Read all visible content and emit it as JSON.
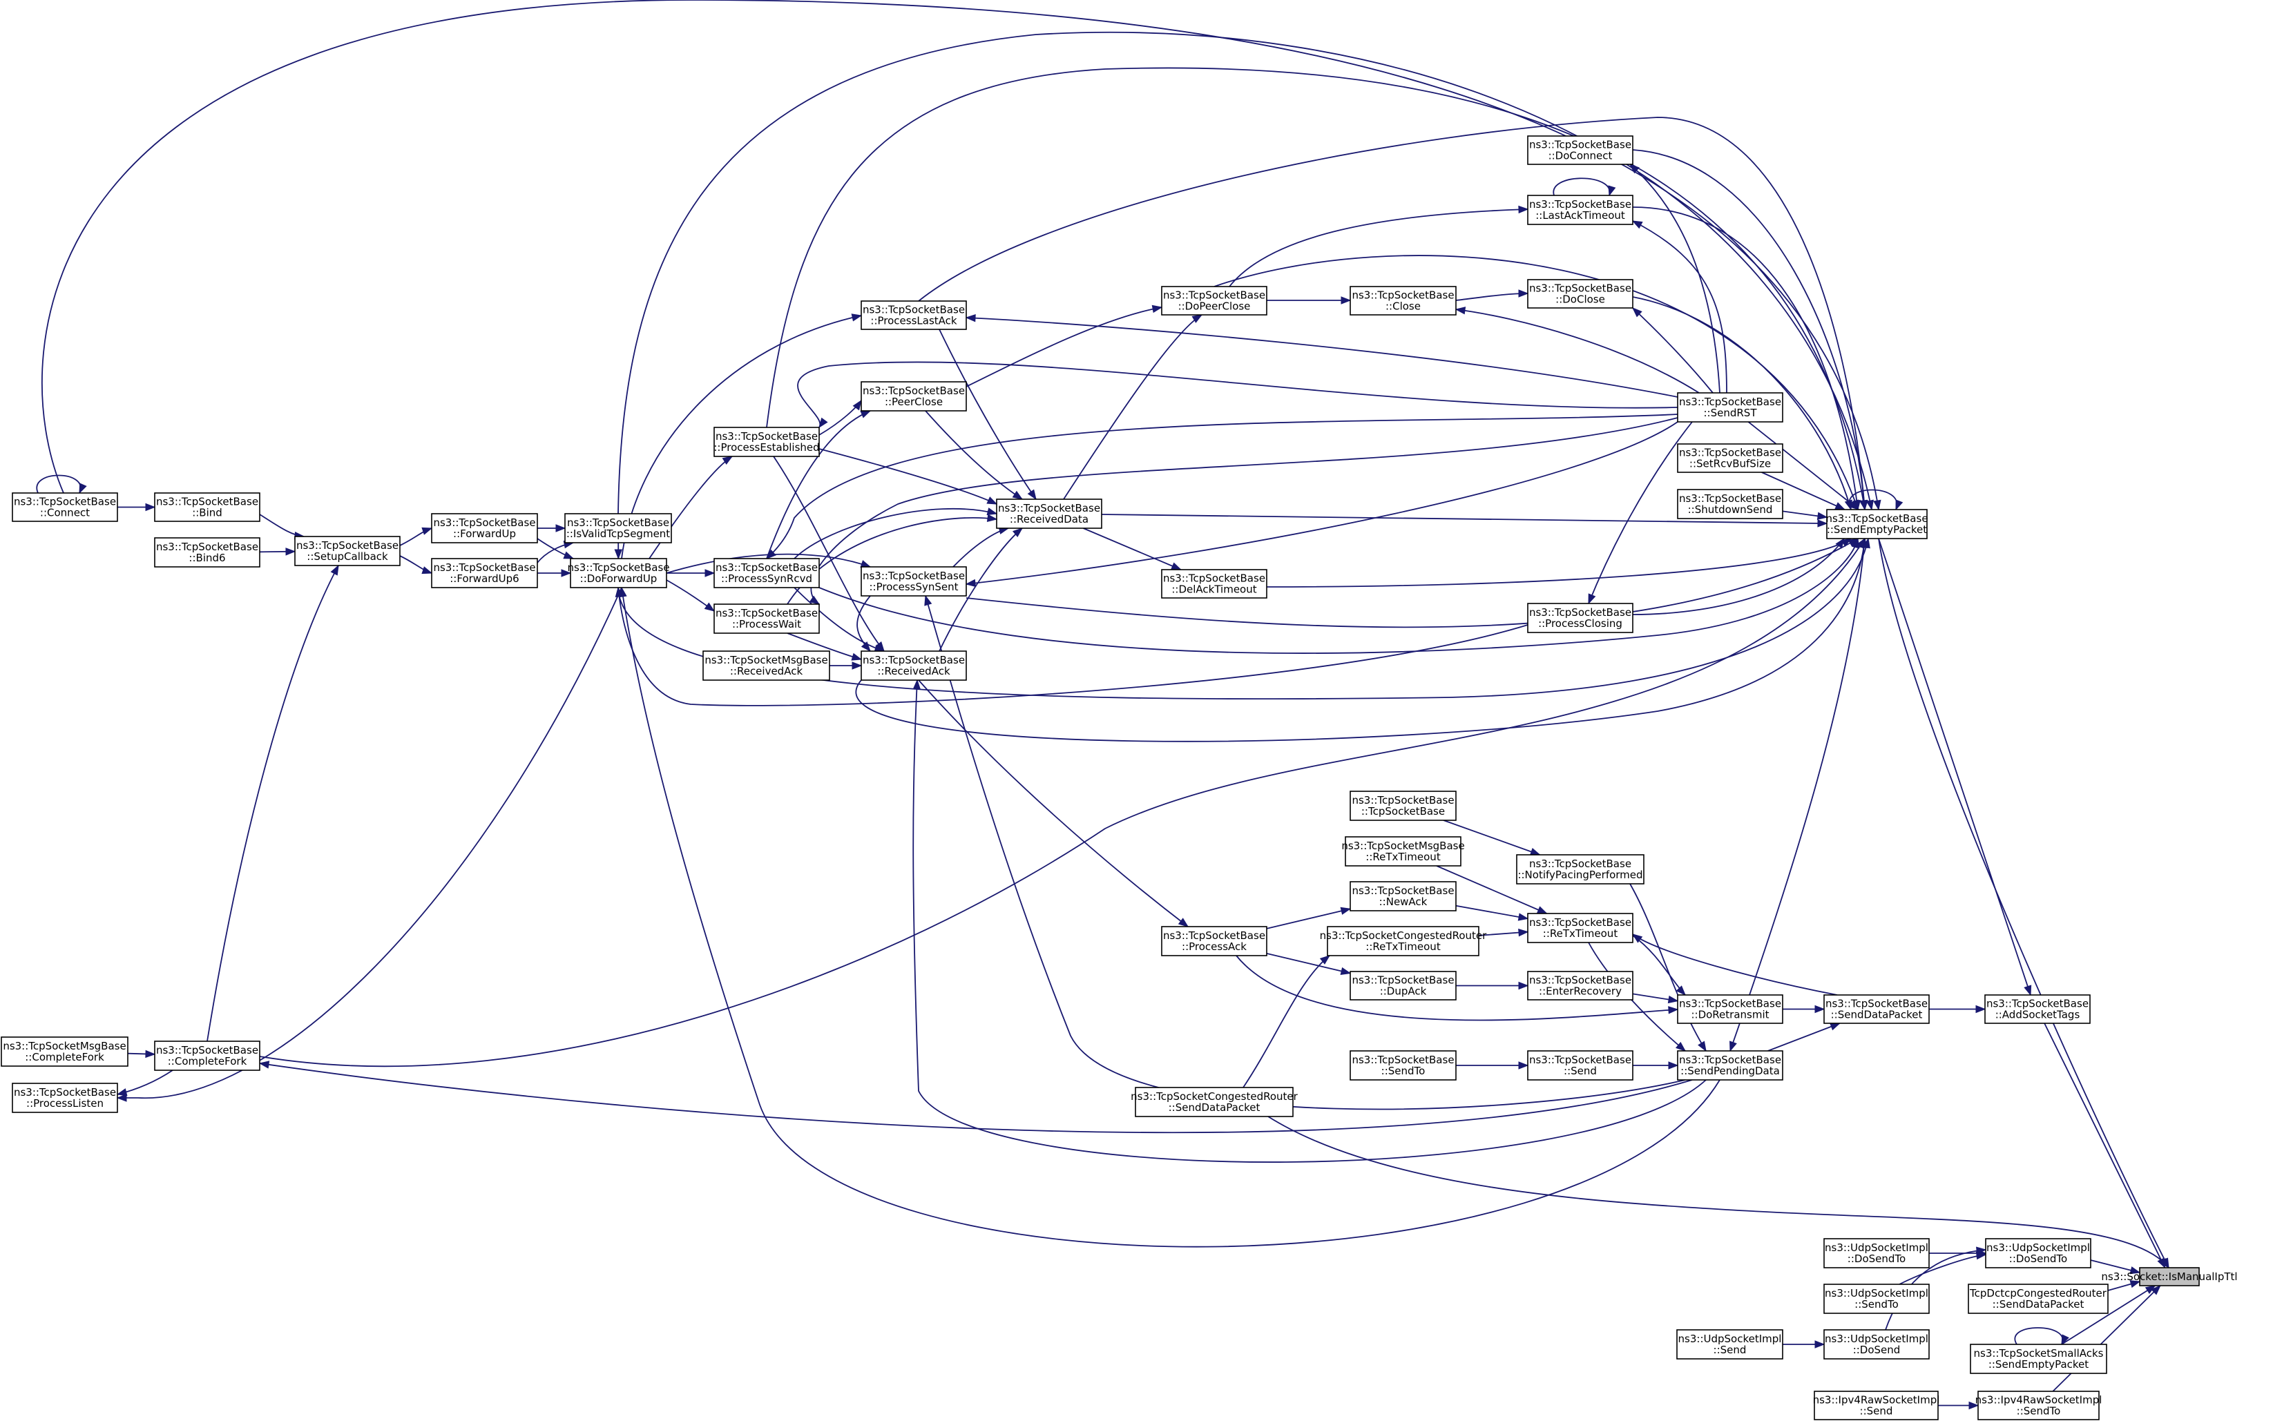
{
  "graph": {
    "nodes": [
      {
        "id": "isManualIpTtl",
        "lines": [
          "ns3::Socket::IsManualIpTtl"
        ],
        "highlight": true
      },
      {
        "id": "udpDoSendToImpl",
        "lines": [
          "ns3::UdpSocketImpl",
          "::DoSendTo"
        ]
      },
      {
        "id": "tcpDctcpSendData",
        "lines": [
          "TcpDctcpCongestedRouter",
          "::SendDataPacket"
        ]
      },
      {
        "id": "smallAcksSendEmpty",
        "lines": [
          "ns3::TcpSocketSmallAcks",
          "::SendEmptyPacket"
        ]
      },
      {
        "id": "ipv4RawSendTo",
        "lines": [
          "ns3::Ipv4RawSocketImpl",
          "::SendTo"
        ]
      },
      {
        "id": "addSocketTags",
        "lines": [
          "ns3::TcpSocketBase",
          "::AddSocketTags"
        ]
      },
      {
        "id": "udpDoSendToLeft",
        "lines": [
          "ns3::UdpSocketImpl",
          "::DoSendTo"
        ]
      },
      {
        "id": "udpSendToLeft",
        "lines": [
          "ns3::UdpSocketImpl",
          "::SendTo"
        ]
      },
      {
        "id": "udpDoSend",
        "lines": [
          "ns3::UdpSocketImpl",
          "::DoSend"
        ]
      },
      {
        "id": "udpSend",
        "lines": [
          "ns3::UdpSocketImpl",
          "::Send"
        ]
      },
      {
        "id": "ipv4RawSend",
        "lines": [
          "ns3::Ipv4RawSocketImpl",
          "::Send"
        ]
      },
      {
        "id": "sendEmptyPacket",
        "lines": [
          "ns3::TcpSocketBase",
          "::SendEmptyPacket"
        ]
      },
      {
        "id": "sendDataPacket",
        "lines": [
          "ns3::TcpSocketBase",
          "::SendDataPacket"
        ]
      },
      {
        "id": "doConnect",
        "lines": [
          "ns3::TcpSocketBase",
          "::DoConnect"
        ]
      },
      {
        "id": "lastAckTimeout",
        "lines": [
          "ns3::TcpSocketBase",
          "::LastAckTimeout"
        ]
      },
      {
        "id": "doClose",
        "lines": [
          "ns3::TcpSocketBase",
          "::DoClose"
        ]
      },
      {
        "id": "sendRST",
        "lines": [
          "ns3::TcpSocketBase",
          "::SendRST"
        ]
      },
      {
        "id": "setRcvBufSize",
        "lines": [
          "ns3::TcpSocketBase",
          "::SetRcvBufSize"
        ]
      },
      {
        "id": "shutdownSend",
        "lines": [
          "ns3::TcpSocketBase",
          "::ShutdownSend"
        ]
      },
      {
        "id": "processClosing",
        "lines": [
          "ns3::TcpSocketBase",
          "::ProcessClosing"
        ]
      },
      {
        "id": "tcpSocketBaseCtor",
        "lines": [
          "ns3::TcpSocketBase",
          "::TcpSocketBase"
        ]
      },
      {
        "id": "notifyPacing",
        "lines": [
          "ns3::TcpSocketBase",
          "::NotifyPacingPerformed"
        ]
      },
      {
        "id": "msgReTxTimeout",
        "lines": [
          "ns3::TcpSocketMsgBase",
          "::ReTxTimeout"
        ]
      },
      {
        "id": "reTxTimeout",
        "lines": [
          "ns3::TcpSocketBase",
          "::ReTxTimeout"
        ]
      },
      {
        "id": "newAck",
        "lines": [
          "ns3::TcpSocketBase",
          "::NewAck"
        ]
      },
      {
        "id": "congReTxTimeout",
        "lines": [
          "ns3::TcpSocketCongestedRouter",
          "::ReTxTimeout"
        ]
      },
      {
        "id": "dupAck",
        "lines": [
          "ns3::TcpSocketBase",
          "::DupAck"
        ]
      },
      {
        "id": "enterRecovery",
        "lines": [
          "ns3::TcpSocketBase",
          "::EnterRecovery"
        ]
      },
      {
        "id": "doRetransmit",
        "lines": [
          "ns3::TcpSocketBase",
          "::DoRetransmit"
        ]
      },
      {
        "id": "sendPendingData",
        "lines": [
          "ns3::TcpSocketBase",
          "::SendPendingData"
        ]
      },
      {
        "id": "tcpSend",
        "lines": [
          "ns3::TcpSocketBase",
          "::Send"
        ]
      },
      {
        "id": "tcpSendTo",
        "lines": [
          "ns3::TcpSocketBase",
          "::SendTo"
        ]
      },
      {
        "id": "processAck",
        "lines": [
          "ns3::TcpSocketBase",
          "::ProcessAck"
        ]
      },
      {
        "id": "congSendDataPacket",
        "lines": [
          "ns3::TcpSocketCongestedRouter",
          "::SendDataPacket"
        ]
      },
      {
        "id": "doPeerClose",
        "lines": [
          "ns3::TcpSocketBase",
          "::DoPeerClose"
        ]
      },
      {
        "id": "close",
        "lines": [
          "ns3::TcpSocketBase",
          "::Close"
        ]
      },
      {
        "id": "receivedData",
        "lines": [
          "ns3::TcpSocketBase",
          "::ReceivedData"
        ]
      },
      {
        "id": "delAckTimeout",
        "lines": [
          "ns3::TcpSocketBase",
          "::DelAckTimeout"
        ]
      },
      {
        "id": "processLastAck",
        "lines": [
          "ns3::TcpSocketBase",
          "::ProcessLastAck"
        ]
      },
      {
        "id": "peerClose",
        "lines": [
          "ns3::TcpSocketBase",
          "::PeerClose"
        ]
      },
      {
        "id": "processSynSent",
        "lines": [
          "ns3::TcpSocketBase",
          "::ProcessSynSent"
        ]
      },
      {
        "id": "receivedAck",
        "lines": [
          "ns3::TcpSocketBase",
          "::ReceivedAck"
        ]
      },
      {
        "id": "processEstablished",
        "lines": [
          "ns3::TcpSocketBase",
          "::ProcessEstablished"
        ]
      },
      {
        "id": "processSynRcvd",
        "lines": [
          "ns3::TcpSocketBase",
          "::ProcessSynRcvd"
        ]
      },
      {
        "id": "processWait",
        "lines": [
          "ns3::TcpSocketBase",
          "::ProcessWait"
        ]
      },
      {
        "id": "msgReceivedAck",
        "lines": [
          "ns3::TcpSocketMsgBase",
          "::ReceivedAck"
        ]
      },
      {
        "id": "isValidTcpSegment",
        "lines": [
          "ns3::TcpSocketBase",
          "::IsValidTcpSegment"
        ]
      },
      {
        "id": "doForwardUp",
        "lines": [
          "ns3::TcpSocketBase",
          "::DoForwardUp"
        ]
      },
      {
        "id": "forwardUp",
        "lines": [
          "ns3::TcpSocketBase",
          "::ForwardUp"
        ]
      },
      {
        "id": "forwardUp6",
        "lines": [
          "ns3::TcpSocketBase",
          "::ForwardUp6"
        ]
      },
      {
        "id": "setupCallback",
        "lines": [
          "ns3::TcpSocketBase",
          "::SetupCallback"
        ]
      },
      {
        "id": "bind",
        "lines": [
          "ns3::TcpSocketBase",
          "::Bind"
        ]
      },
      {
        "id": "bind6",
        "lines": [
          "ns3::TcpSocketBase",
          "::Bind6"
        ]
      },
      {
        "id": "connect",
        "lines": [
          "ns3::TcpSocketBase",
          "::Connect"
        ]
      },
      {
        "id": "completeFork",
        "lines": [
          "ns3::TcpSocketBase",
          "::CompleteFork"
        ]
      },
      {
        "id": "msgCompleteFork",
        "lines": [
          "ns3::TcpSocketMsgBase",
          "::CompleteFork"
        ]
      },
      {
        "id": "processListen",
        "lines": [
          "ns3::TcpSocketBase",
          "::ProcessListen"
        ]
      }
    ]
  }
}
